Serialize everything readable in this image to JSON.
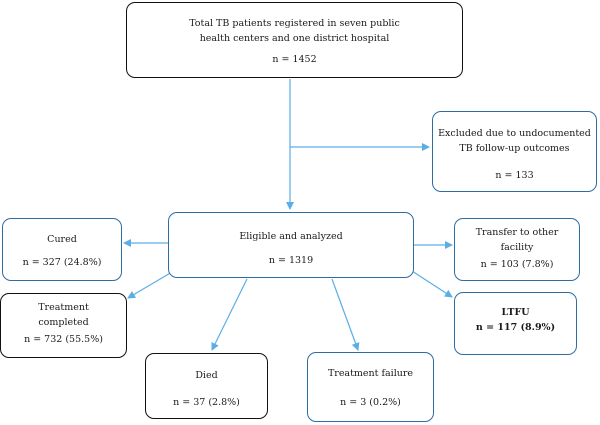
{
  "boxes": {
    "total": {
      "line1": "Total TB patients registered in seven public",
      "line2": "health centers and one district hospital",
      "count": "n = 1452"
    },
    "excluded": {
      "line1": "Excluded due to undocumented",
      "line2": "TB follow-up outcomes",
      "count": "n = 133"
    },
    "eligible": {
      "label": "Eligible and analyzed",
      "count": "n = 1319"
    },
    "cured": {
      "label": "Cured",
      "count": "n = 327 (24.8%)"
    },
    "transfer": {
      "line1": "Transfer to other",
      "line2": "facility",
      "count": "n = 103 (7.8%)"
    },
    "completed": {
      "line1": "Treatment",
      "line2": "completed",
      "count": "n = 732 (55.5%)"
    },
    "ltfu": {
      "label": "LTFU",
      "count": "n = 117 (8.9%)"
    },
    "died": {
      "label": "Died",
      "count": "n = 37 (2.8%)"
    },
    "failure": {
      "label": "Treatment failure",
      "count": "n = 3 (0.2%)"
    }
  },
  "colors": {
    "arrow": "#5aaee6",
    "blue_border": "#2e6da4",
    "black_border": "#111111"
  }
}
